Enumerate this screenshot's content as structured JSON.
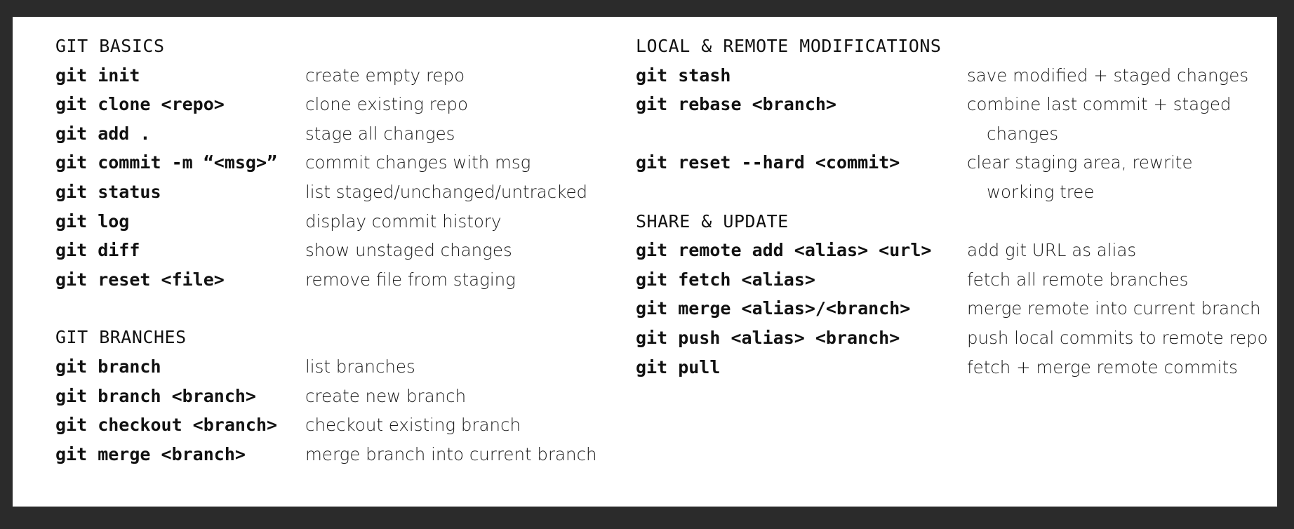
{
  "sections": {
    "basics": {
      "title": "GIT BASICS",
      "rows": [
        {
          "cmd": "git init",
          "desc": "create empty repo"
        },
        {
          "cmd": "git clone <repo>",
          "desc": "clone existing repo"
        },
        {
          "cmd": "git add .",
          "desc": "stage all changes"
        },
        {
          "cmd": "git commit -m “<msg>”",
          "desc": "commit changes with msg"
        },
        {
          "cmd": "git status",
          "desc": "list staged/unchanged/untracked"
        },
        {
          "cmd": "git log",
          "desc": "display commit history"
        },
        {
          "cmd": "git diff",
          "desc": "show unstaged changes"
        },
        {
          "cmd": "git reset <file>",
          "desc": "remove file from staging"
        }
      ]
    },
    "branches": {
      "title": "GIT BRANCHES",
      "rows": [
        {
          "cmd": "git branch",
          "desc": "list branches"
        },
        {
          "cmd": "git branch <branch>",
          "desc": "create new branch"
        },
        {
          "cmd": "git checkout <branch>",
          "desc": "checkout existing branch"
        },
        {
          "cmd": "git merge <branch>",
          "desc": "merge branch into current branch"
        }
      ]
    },
    "modifications": {
      "title": "LOCAL & REMOTE MODIFICATIONS",
      "rows": [
        {
          "cmd": "git stash",
          "desc": "save modified + staged changes",
          "desc2": ""
        },
        {
          "cmd": "git rebase <branch>",
          "desc": "combine last commit + staged",
          "desc2": "changes"
        },
        {
          "cmd": "git reset --hard <commit>",
          "desc": "clear staging area, rewrite",
          "desc2": "working tree"
        }
      ]
    },
    "share": {
      "title": "SHARE & UPDATE",
      "rows": [
        {
          "cmd": "git remote add <alias> <url>",
          "desc": "add git URL as alias"
        },
        {
          "cmd": "git fetch <alias>",
          "desc": "fetch all remote branches"
        },
        {
          "cmd": "git merge <alias>/<branch>",
          "desc": "merge remote into current branch"
        },
        {
          "cmd": "git push <alias> <branch>",
          "desc": "push local commits to remote repo"
        },
        {
          "cmd": "git pull",
          "desc": "fetch + merge remote commits"
        }
      ]
    }
  }
}
